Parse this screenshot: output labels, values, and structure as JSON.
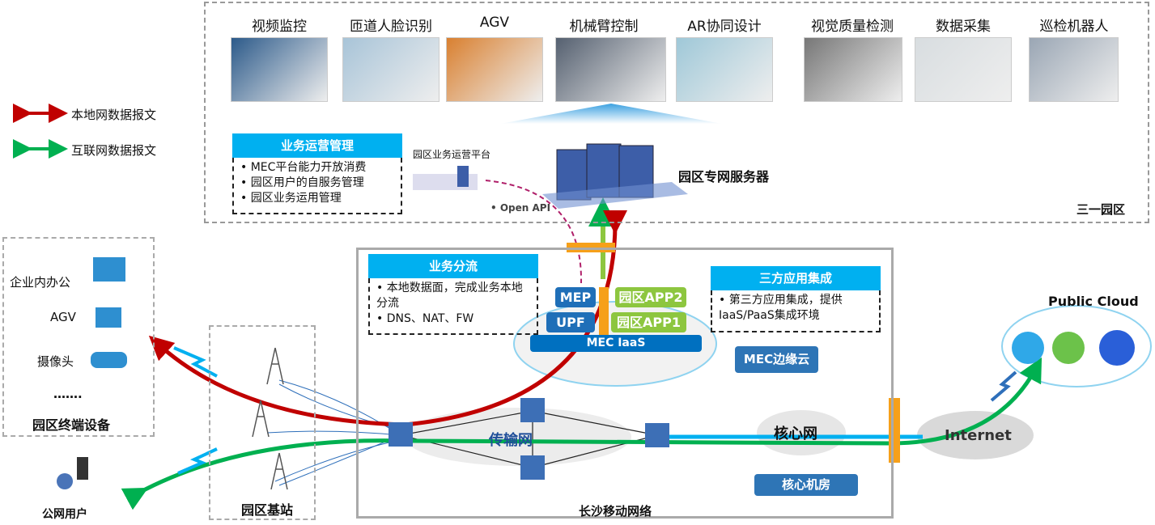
{
  "apps": [
    {
      "label": "视频监控",
      "color": "#2c5a8a"
    },
    {
      "label": "匝道人脸识别",
      "color": "#a8c4d8"
    },
    {
      "label": "AGV",
      "color": "#d98030"
    },
    {
      "label": "机械臂控制",
      "color": "#556070"
    },
    {
      "label": "AR协同设计",
      "color": "#9fc8d8"
    },
    {
      "label": "视觉质量检测",
      "color": "#777"
    },
    {
      "label": "数据采集",
      "color": "#d8dde0"
    },
    {
      "label": "巡检机器人",
      "color": "#9aa6b4"
    }
  ],
  "legend": [
    {
      "label": "本地网数据报文",
      "color": "#c00000"
    },
    {
      "label": "互联网数据报文",
      "color": "#00b050"
    }
  ],
  "ops": {
    "title": "业务运营管理",
    "items": [
      "MEC平台能力开放消费",
      "园区用户的自服务管理",
      "园区业务运用管理"
    ],
    "platform": "园区业务运营平台",
    "api": "• Open API"
  },
  "server_label": "园区专网服务器",
  "park_label": "三一园区",
  "terminals": {
    "items": [
      "企业内办公",
      "AGV",
      "摄像头",
      "……."
    ],
    "title": "园区终端设备"
  },
  "public_user": "公网用户",
  "base_station": "园区基站",
  "network": {
    "title": "长沙移动网络",
    "split": {
      "title": "业务分流",
      "items": [
        "本地数据面，完成业务本地分流",
        "DNS、NAT、FW"
      ]
    },
    "third": {
      "title": "三方应用集成",
      "items": [
        "第三方应用集成，提供IaaS/PaaS集成环境"
      ]
    },
    "mep": "MEP",
    "upf": "UPF",
    "app2": "园区APP2",
    "app1": "园区APP1",
    "iaas": "MEC IaaS",
    "edge": "MEC边缘云",
    "transport": "传输网",
    "core": "核心网",
    "core_room": "核心机房"
  },
  "internet": "Internet",
  "public_cloud": "Public Cloud"
}
